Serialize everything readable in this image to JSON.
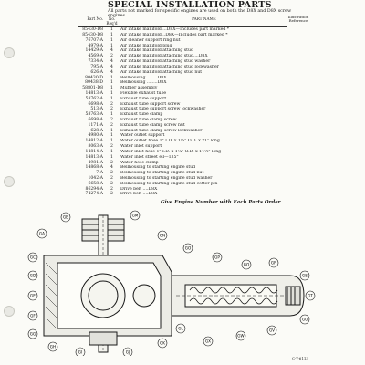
{
  "title": "SPECIAL INSTALLATION PARTS",
  "intro": "All parts not marked for specific engines are used on both the D8X and D8X screw engines.",
  "illustration_reference_label": "Illustration Reference",
  "columns": {
    "part_no": "Part No.",
    "no_req": "No. Req'd",
    "name": "PART NAME"
  },
  "parts": [
    {
      "no": "85430-D8",
      "qty": "1",
      "name": "Air intake manifold ...D8X—Includes part marked *"
    },
    {
      "no": "85430-D8",
      "qty": "1",
      "name": "Air intake manifold...D8X—Includes part marked *"
    },
    {
      "no": "76707-A",
      "qty": "1",
      "name": "Air cleaner support ring nut"
    },
    {
      "no": "4979-A",
      "qty": "1",
      "name": "Air intake manifold plug"
    },
    {
      "no": "14429-A",
      "qty": "4",
      "name": "Air intake manifold attaching stud"
    },
    {
      "no": "4569-A",
      "qty": "2",
      "name": "Air intake manifold attaching stud....D8X"
    },
    {
      "no": "7334-A",
      "qty": "4",
      "name": "Air intake manifold attaching stud washer"
    },
    {
      "no": "795-A",
      "qty": "4",
      "name": "Air intake manifold attaching stud lockwasher"
    },
    {
      "no": "626-A",
      "qty": "4",
      "name": "Air intake manifold attaching stud nut"
    },
    {
      "no": "80430-D",
      "qty": "1",
      "name": "Bellhousing ........D8X"
    },
    {
      "no": "80438-D",
      "qty": "1",
      "name": "Bellhousing ........D8X"
    },
    {
      "no": "58801-D8",
      "qty": "1",
      "name": "Muffler assembly"
    },
    {
      "no": "14813-A",
      "qty": "1",
      "name": "Flexible exhaust tube"
    },
    {
      "no": "58762-A",
      "qty": "1",
      "name": "Exhaust tube support"
    },
    {
      "no": "6698-A",
      "qty": "2",
      "name": "Exhaust tube support screw"
    },
    {
      "no": "513-A",
      "qty": "2",
      "name": "Exhaust tube support screw lockwasher"
    },
    {
      "no": "58763-A",
      "qty": "1",
      "name": "Exhaust tube clamp"
    },
    {
      "no": "6698-A",
      "qty": "2",
      "name": "Exhaust tube clamp screw"
    },
    {
      "no": "1171-A",
      "qty": "2",
      "name": "Exhaust tube clamp screw nut"
    },
    {
      "no": "628-A",
      "qty": "1",
      "name": "Exhaust tube clamp screw lockwasher"
    },
    {
      "no": "4980-A",
      "qty": "1",
      "name": "Water outlet support"
    },
    {
      "no": "14812-A",
      "qty": "1",
      "name": "Water outlet hose 1\" I.D. x 1¼\" O.D. x 21\" long"
    },
    {
      "no": "8063-A",
      "qty": "2",
      "name": "Water inlet support"
    },
    {
      "no": "14814-A",
      "qty": "1",
      "name": "Water inlet hose 1\" I.D. x 1¼\" O.D. x 14½\" long"
    },
    {
      "no": "14813-A",
      "qty": "1",
      "name": "Water inlet street ell—135°"
    },
    {
      "no": "4981-A",
      "qty": "2",
      "name": "Water hose clamp"
    },
    {
      "no": "14868-A",
      "qty": "4",
      "name": "Bellhousing to starting engine stud"
    },
    {
      "no": "7-A",
      "qty": "2",
      "name": "Bellhousing to starting engine stud nut"
    },
    {
      "no": "1042-A",
      "qty": "2",
      "name": "Bellhousing to starting engine stud washer"
    },
    {
      "no": "6658-A",
      "qty": "2",
      "name": "Bellhousing to starting engine stud cotter pin"
    },
    {
      "no": "86294-A",
      "qty": "2",
      "name": "Drive belt ....D8X"
    },
    {
      "no": "74274-A",
      "qty": "2",
      "name": "Drive belt ....D8X"
    }
  ],
  "order_note": "Give Engine Number with Each Parts Order",
  "drawing_labels": [
    "GA",
    "GB",
    "GC",
    "GD",
    "GE",
    "GF",
    "GG",
    "GH",
    "GI",
    "GJ",
    "GK",
    "GL",
    "GM",
    "GN",
    "GO",
    "GP",
    "GQ",
    "GR",
    "GS",
    "GT",
    "GU",
    "GV",
    "GW",
    "GX"
  ],
  "footer_note": "C-T-6113",
  "colors": {
    "paper": "#fbfbf7",
    "ink": "#1a1a1a"
  }
}
